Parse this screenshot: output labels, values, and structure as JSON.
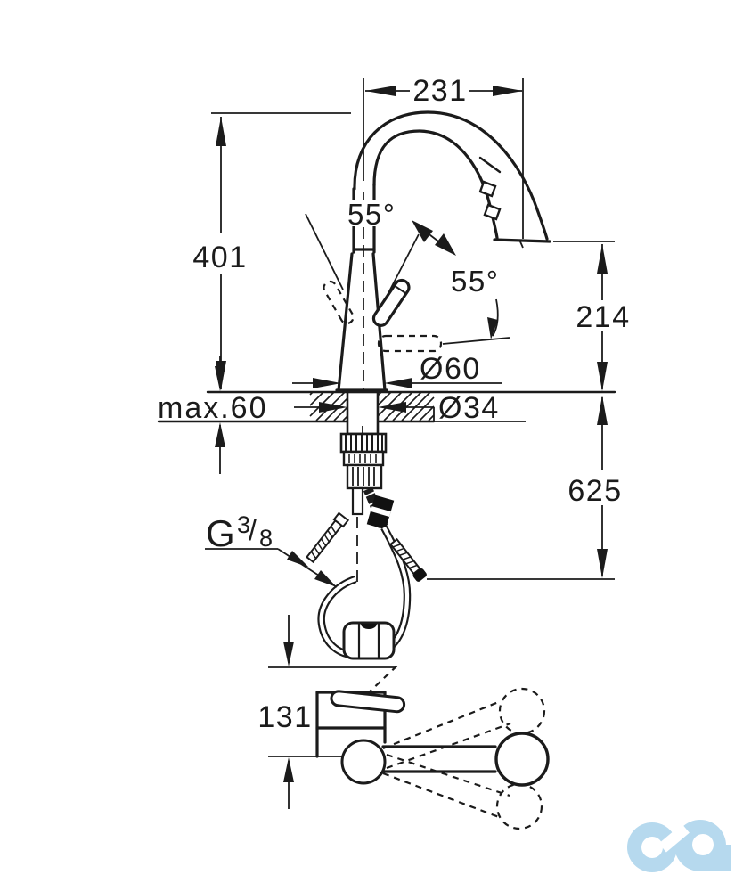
{
  "labels": {
    "reach": "231",
    "height_above_counter": "401",
    "spout_swivel_angle": "55°",
    "lever_lift_angle": "55°",
    "outlet_height": "214",
    "base_diameter": "Ø60",
    "max_counter_thickness": "max.60",
    "shank_diameter": "Ø34",
    "hose_length_below": "625",
    "thread_letter": "G",
    "thread_numerator": "3",
    "thread_slash": "/",
    "thread_denominator": "8",
    "plan_view_reach": "131"
  },
  "colors": {
    "line": "#1b1b1b",
    "background": "#ffffff",
    "watermark": "#b6d9ee"
  }
}
